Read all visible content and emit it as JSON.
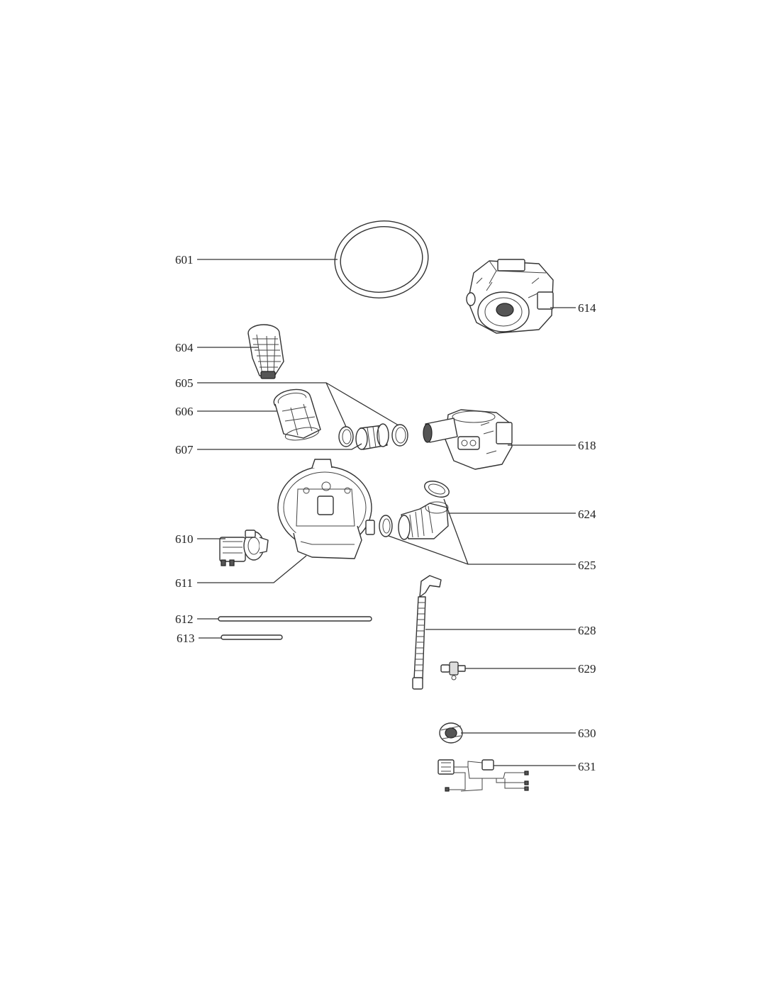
{
  "callouts": [
    {
      "id": "601",
      "label": "601"
    },
    {
      "id": "604",
      "label": "604"
    },
    {
      "id": "605",
      "label": "605"
    },
    {
      "id": "606",
      "label": "606"
    },
    {
      "id": "607",
      "label": "607"
    },
    {
      "id": "610",
      "label": "610"
    },
    {
      "id": "611",
      "label": "611"
    },
    {
      "id": "612",
      "label": "612"
    },
    {
      "id": "613",
      "label": "613"
    },
    {
      "id": "614",
      "label": "614"
    },
    {
      "id": "618",
      "label": "618"
    },
    {
      "id": "624",
      "label": "624"
    },
    {
      "id": "625",
      "label": "625"
    },
    {
      "id": "628",
      "label": "628"
    },
    {
      "id": "629",
      "label": "629"
    },
    {
      "id": "630",
      "label": "630"
    },
    {
      "id": "631",
      "label": "631"
    }
  ]
}
